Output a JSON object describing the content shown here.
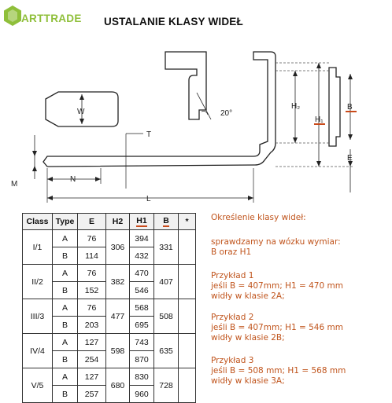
{
  "logo": {
    "text": "ARTTRADE",
    "color": "#8fbf3a"
  },
  "title": "USTALANIE KLASY WIDEŁ",
  "diagram": {
    "labels": {
      "w": "W",
      "angle": "20°",
      "t": "T",
      "n": "N",
      "l": "L",
      "h2": "H₂",
      "h1": "H₁",
      "b": "B",
      "e": "E",
      "m": "M"
    }
  },
  "table": {
    "headers": [
      "Class",
      "Type",
      "E",
      "H2",
      "H1",
      "B",
      "*"
    ],
    "groups": [
      {
        "class": "I/1",
        "h2": "306",
        "b": "331",
        "rows": [
          {
            "type": "A",
            "e": "76",
            "h1": "394"
          },
          {
            "type": "B",
            "e": "114",
            "h1": "432"
          }
        ]
      },
      {
        "class": "II/2",
        "h2": "382",
        "b": "407",
        "rows": [
          {
            "type": "A",
            "e": "76",
            "h1": "470"
          },
          {
            "type": "B",
            "e": "152",
            "h1": "546"
          }
        ]
      },
      {
        "class": "III/3",
        "h2": "477",
        "b": "508",
        "rows": [
          {
            "type": "A",
            "e": "76",
            "h1": "568"
          },
          {
            "type": "B",
            "e": "203",
            "h1": "695"
          }
        ]
      },
      {
        "class": "IV/4",
        "h2": "598",
        "b": "635",
        "rows": [
          {
            "type": "A",
            "e": "127",
            "h1": "743"
          },
          {
            "type": "B",
            "e": "254",
            "h1": "870"
          }
        ]
      },
      {
        "class": "V/5",
        "h2": "680",
        "b": "728",
        "rows": [
          {
            "type": "A",
            "e": "127",
            "h1": "830"
          },
          {
            "type": "B",
            "e": "257",
            "h1": "960"
          }
        ]
      }
    ]
  },
  "info": {
    "heading": "Określenie klasy wideł:",
    "intro_1": "sprawdzamy na wózku wymiar:",
    "intro_2": "B oraz  H1",
    "examples": [
      {
        "title": "Przykład 1",
        "line1": "jeśli B = 407mm; H1 = 470 mm",
        "line2": "widły w klasie 2A;"
      },
      {
        "title": "Przykład 2",
        "line1": "jeśli B = 407mm; H1 = 546 mm",
        "line2": "widły w klasie 2B;"
      },
      {
        "title": "Przykład 3",
        "line1": "jeśli B = 508 mm; H1 = 568 mm",
        "line2": "widły w klasie 3A;"
      }
    ],
    "color": "#c0541c"
  }
}
